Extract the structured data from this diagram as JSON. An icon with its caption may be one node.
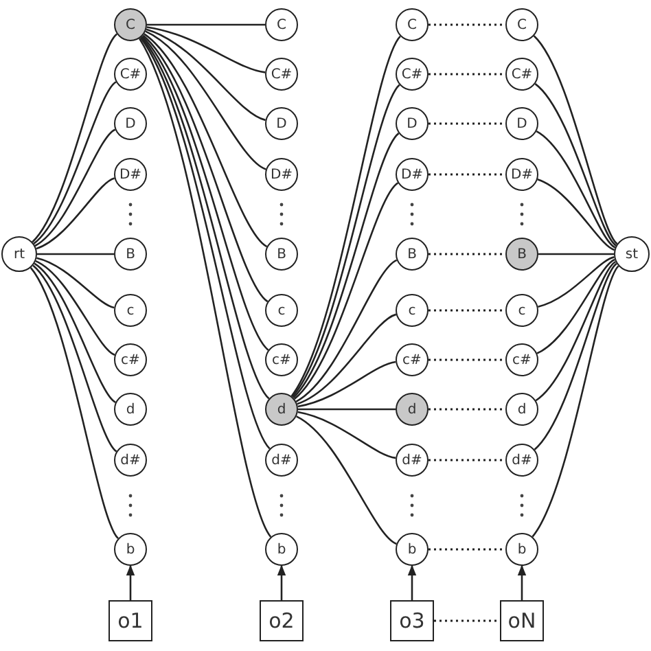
{
  "diagram": {
    "nodes": [
      {
        "text": [
          "rt"
        ]
      },
      {
        "text": [
          "C"
        ]
      },
      {
        "text": [
          "C#"
        ]
      },
      {
        "text": [
          "D"
        ]
      },
      {
        "text": [
          "D#"
        ]
      },
      {
        "text": [
          "B"
        ]
      },
      {
        "text": [
          "c"
        ]
      },
      {
        "text": [
          "c#"
        ]
      },
      {
        "text": [
          "d"
        ]
      },
      {
        "text": [
          "d#"
        ]
      },
      {
        "text": [
          "b"
        ]
      },
      {
        "text": [
          "C"
        ]
      },
      {
        "text": [
          "C#"
        ]
      },
      {
        "text": [
          "D"
        ]
      },
      {
        "text": [
          "D#"
        ]
      },
      {
        "text": [
          "B"
        ]
      },
      {
        "text": [
          "c"
        ]
      },
      {
        "text": [
          "c#"
        ]
      },
      {
        "text": [
          "d"
        ]
      },
      {
        "text": [
          "d#"
        ]
      },
      {
        "text": [
          "b"
        ]
      },
      {
        "text": [
          "C"
        ]
      },
      {
        "text": [
          "C#"
        ]
      },
      {
        "text": [
          "D"
        ]
      },
      {
        "text": [
          "D#"
        ]
      },
      {
        "text": [
          "B"
        ]
      },
      {
        "text": [
          "c"
        ]
      },
      {
        "text": [
          "c#"
        ]
      },
      {
        "text": [
          "d"
        ]
      },
      {
        "text": [
          "d#"
        ]
      },
      {
        "text": [
          "b"
        ]
      },
      {
        "text": [
          "C"
        ]
      },
      {
        "text": [
          "C#"
        ]
      },
      {
        "text": [
          "D"
        ]
      },
      {
        "text": [
          "D#"
        ]
      },
      {
        "text": [
          "B"
        ]
      },
      {
        "text": [
          "c"
        ]
      },
      {
        "text": [
          "c#"
        ]
      },
      {
        "text": [
          "d"
        ]
      },
      {
        "text": [
          "d#"
        ]
      },
      {
        "text": [
          "b"
        ]
      },
      {
        "text": [
          "st"
        ]
      },
      {
        "text": [
          "o1"
        ]
      },
      {
        "text": [
          "o2"
        ]
      },
      {
        "text": [
          "o3"
        ]
      },
      {
        "text": [
          "oN"
        ]
      }
    ],
    "edges": [
      {
        "from": 0,
        "to": 1,
        "arrow": "none"
      },
      {
        "from": 0,
        "to": 2,
        "arrow": "none"
      },
      {
        "from": 0,
        "to": 3,
        "arrow": "none"
      },
      {
        "from": 0,
        "to": 4,
        "arrow": "none"
      },
      {
        "from": 0,
        "to": 5,
        "arrow": "none"
      },
      {
        "from": 0,
        "to": 6,
        "arrow": "none"
      },
      {
        "from": 0,
        "to": 7,
        "arrow": "none"
      },
      {
        "from": 0,
        "to": 8,
        "arrow": "none"
      },
      {
        "from": 0,
        "to": 9,
        "arrow": "none"
      },
      {
        "from": 0,
        "to": 10,
        "arrow": "none"
      },
      {
        "from": 1,
        "to": 11,
        "arrow": "none"
      },
      {
        "from": 1,
        "to": 12,
        "arrow": "none"
      },
      {
        "from": 1,
        "to": 13,
        "arrow": "none"
      },
      {
        "from": 1,
        "to": 14,
        "arrow": "none"
      },
      {
        "from": 1,
        "to": 15,
        "arrow": "none"
      },
      {
        "from": 1,
        "to": 16,
        "arrow": "none"
      },
      {
        "from": 1,
        "to": 17,
        "arrow": "none"
      },
      {
        "from": 1,
        "to": 18,
        "arrow": "none"
      },
      {
        "from": 1,
        "to": 19,
        "arrow": "none"
      },
      {
        "from": 1,
        "to": 20,
        "arrow": "none"
      },
      {
        "from": 18,
        "to": 21,
        "arrow": "none"
      },
      {
        "from": 18,
        "to": 22,
        "arrow": "none"
      },
      {
        "from": 18,
        "to": 23,
        "arrow": "none"
      },
      {
        "from": 18,
        "to": 24,
        "arrow": "none"
      },
      {
        "from": 18,
        "to": 25,
        "arrow": "none"
      },
      {
        "from": 18,
        "to": 26,
        "arrow": "none"
      },
      {
        "from": 18,
        "to": 27,
        "arrow": "none"
      },
      {
        "from": 18,
        "to": 28,
        "arrow": "none"
      },
      {
        "from": 18,
        "to": 29,
        "arrow": "none"
      },
      {
        "from": 18,
        "to": 30,
        "arrow": "none"
      },
      {
        "from": 21,
        "to": 31,
        "arrow": "none",
        "style": "dashed"
      },
      {
        "from": 22,
        "to": 32,
        "arrow": "none",
        "style": "dashed"
      },
      {
        "from": 23,
        "to": 33,
        "arrow": "none",
        "style": "dashed"
      },
      {
        "from": 24,
        "to": 34,
        "arrow": "none",
        "style": "dashed"
      },
      {
        "from": 25,
        "to": 35,
        "arrow": "none",
        "style": "dashed"
      },
      {
        "from": 26,
        "to": 36,
        "arrow": "none",
        "style": "dashed"
      },
      {
        "from": 27,
        "to": 37,
        "arrow": "none",
        "style": "dashed"
      },
      {
        "from": 28,
        "to": 38,
        "arrow": "none",
        "style": "dashed"
      },
      {
        "from": 29,
        "to": 39,
        "arrow": "none",
        "style": "dashed"
      },
      {
        "from": 30,
        "to": 40,
        "arrow": "none",
        "style": "dashed"
      },
      {
        "from": 31,
        "to": 41,
        "arrow": "none"
      },
      {
        "from": 32,
        "to": 41,
        "arrow": "none"
      },
      {
        "from": 33,
        "to": 41,
        "arrow": "none"
      },
      {
        "from": 34,
        "to": 41,
        "arrow": "none"
      },
      {
        "from": 35,
        "to": 41,
        "arrow": "none"
      },
      {
        "from": 36,
        "to": 41,
        "arrow": "none"
      },
      {
        "from": 37,
        "to": 41,
        "arrow": "none"
      },
      {
        "from": 38,
        "to": 41,
        "arrow": "none"
      },
      {
        "from": 39,
        "to": 41,
        "arrow": "none"
      },
      {
        "from": 40,
        "to": 41,
        "arrow": "none"
      },
      {
        "from": 44,
        "to": 45,
        "arrow": "none",
        "style": "dashed"
      },
      {
        "from": 42,
        "to": 10,
        "arrow": "to"
      },
      {
        "from": 43,
        "to": 20,
        "arrow": "to"
      },
      {
        "from": 44,
        "to": 30,
        "arrow": "to"
      },
      {
        "from": 45,
        "to": 40,
        "arrow": "to"
      }
    ]
  }
}
